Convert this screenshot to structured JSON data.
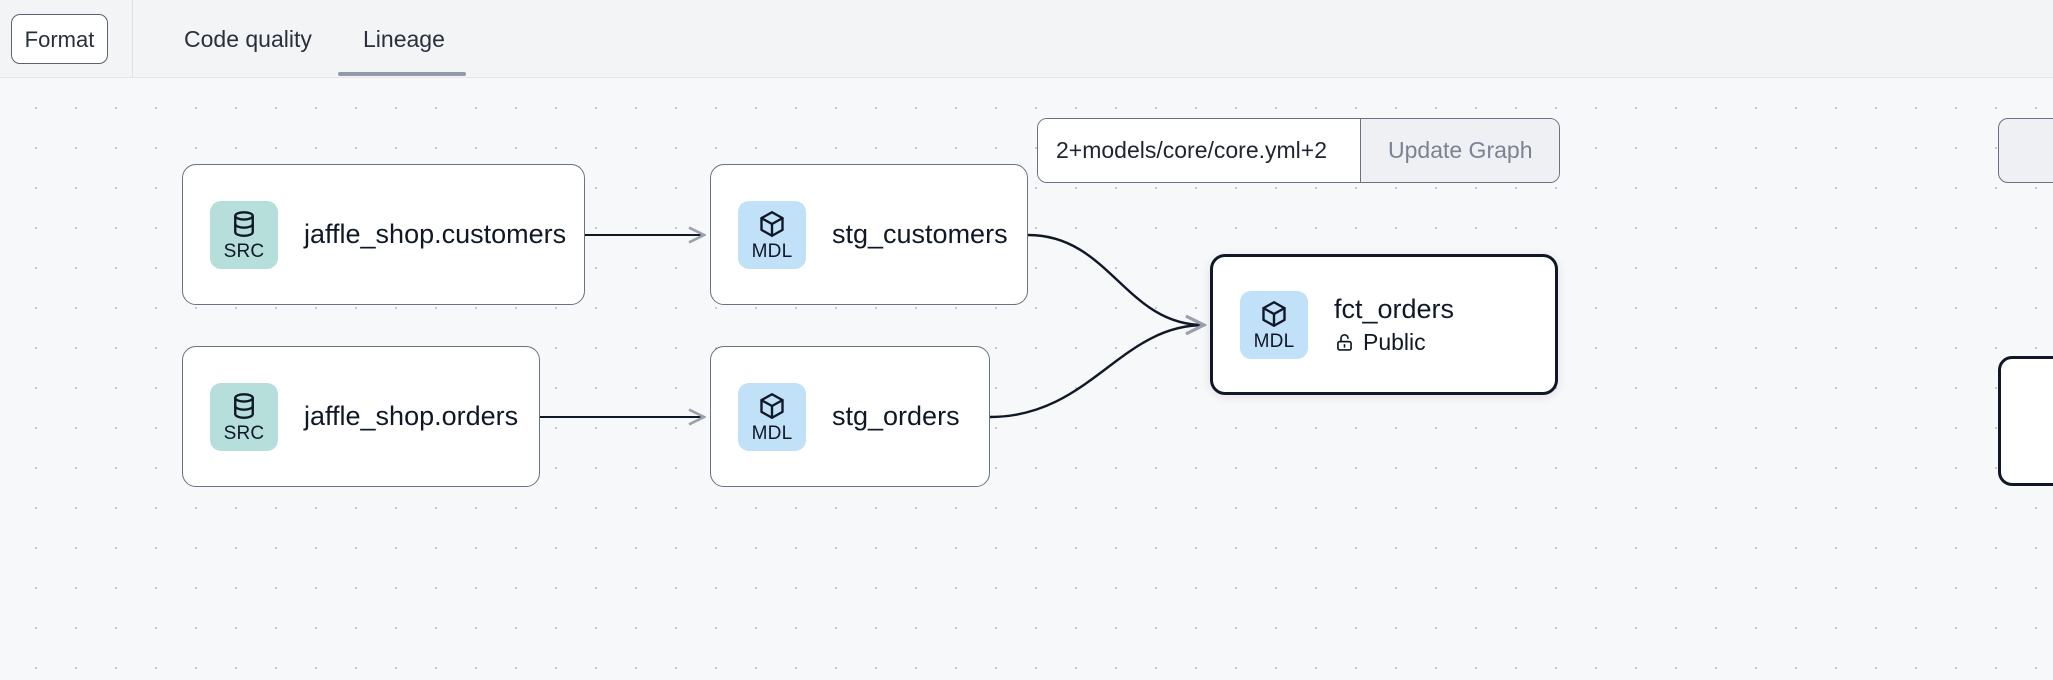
{
  "toolbar": {
    "format_label": "Format",
    "tabs": [
      {
        "id": "code-quality",
        "label": "Code quality",
        "active": false
      },
      {
        "id": "lineage",
        "label": "Lineage",
        "active": true
      }
    ]
  },
  "graph_controls": {
    "selector_value": "2+models/core/core.yml+2",
    "selector_placeholder": "Enter a selector",
    "update_button_label": "Update Graph"
  },
  "lineage": {
    "nodes": [
      {
        "id": "jaffle-customers",
        "title": "jaffle_shop.customers",
        "badge_type": "SRC",
        "badge_icon": "database-icon",
        "badge_color": "#b6dedb",
        "subtitle": null,
        "selected": false
      },
      {
        "id": "jaffle-orders",
        "title": "jaffle_shop.orders",
        "badge_type": "SRC",
        "badge_icon": "database-icon",
        "badge_color": "#b6dedb",
        "subtitle": null,
        "selected": false
      },
      {
        "id": "stg-customers",
        "title": "stg_customers",
        "badge_type": "MDL",
        "badge_icon": "cube-icon",
        "badge_color": "#c0e1f7",
        "subtitle": null,
        "selected": false
      },
      {
        "id": "stg-orders",
        "title": "stg_orders",
        "badge_type": "MDL",
        "badge_icon": "cube-icon",
        "badge_color": "#c0e1f7",
        "subtitle": null,
        "selected": false
      },
      {
        "id": "fct-orders",
        "title": "fct_orders",
        "badge_type": "MDL",
        "badge_icon": "cube-icon",
        "badge_color": "#c0e1f7",
        "subtitle": "Public",
        "subtitle_icon": "unlock-icon",
        "selected": true
      }
    ],
    "edges": [
      {
        "from": "jaffle-customers",
        "to": "stg-customers",
        "style": "straight"
      },
      {
        "from": "jaffle-orders",
        "to": "stg-orders",
        "style": "straight"
      },
      {
        "from": "stg-customers",
        "to": "fct-orders",
        "style": "curved"
      },
      {
        "from": "stg-orders",
        "to": "fct-orders",
        "style": "curved"
      }
    ]
  },
  "colors": {
    "canvas_bg": "#f7f8fa",
    "topbar_bg": "#f3f4f6",
    "grid_dot": "#c9cbd4",
    "node_border": "#6a7183",
    "node_border_selected": "#101828",
    "edge_stroke": "#101828",
    "tab_active_underline": "#9199ab",
    "text_primary": "#101828"
  }
}
